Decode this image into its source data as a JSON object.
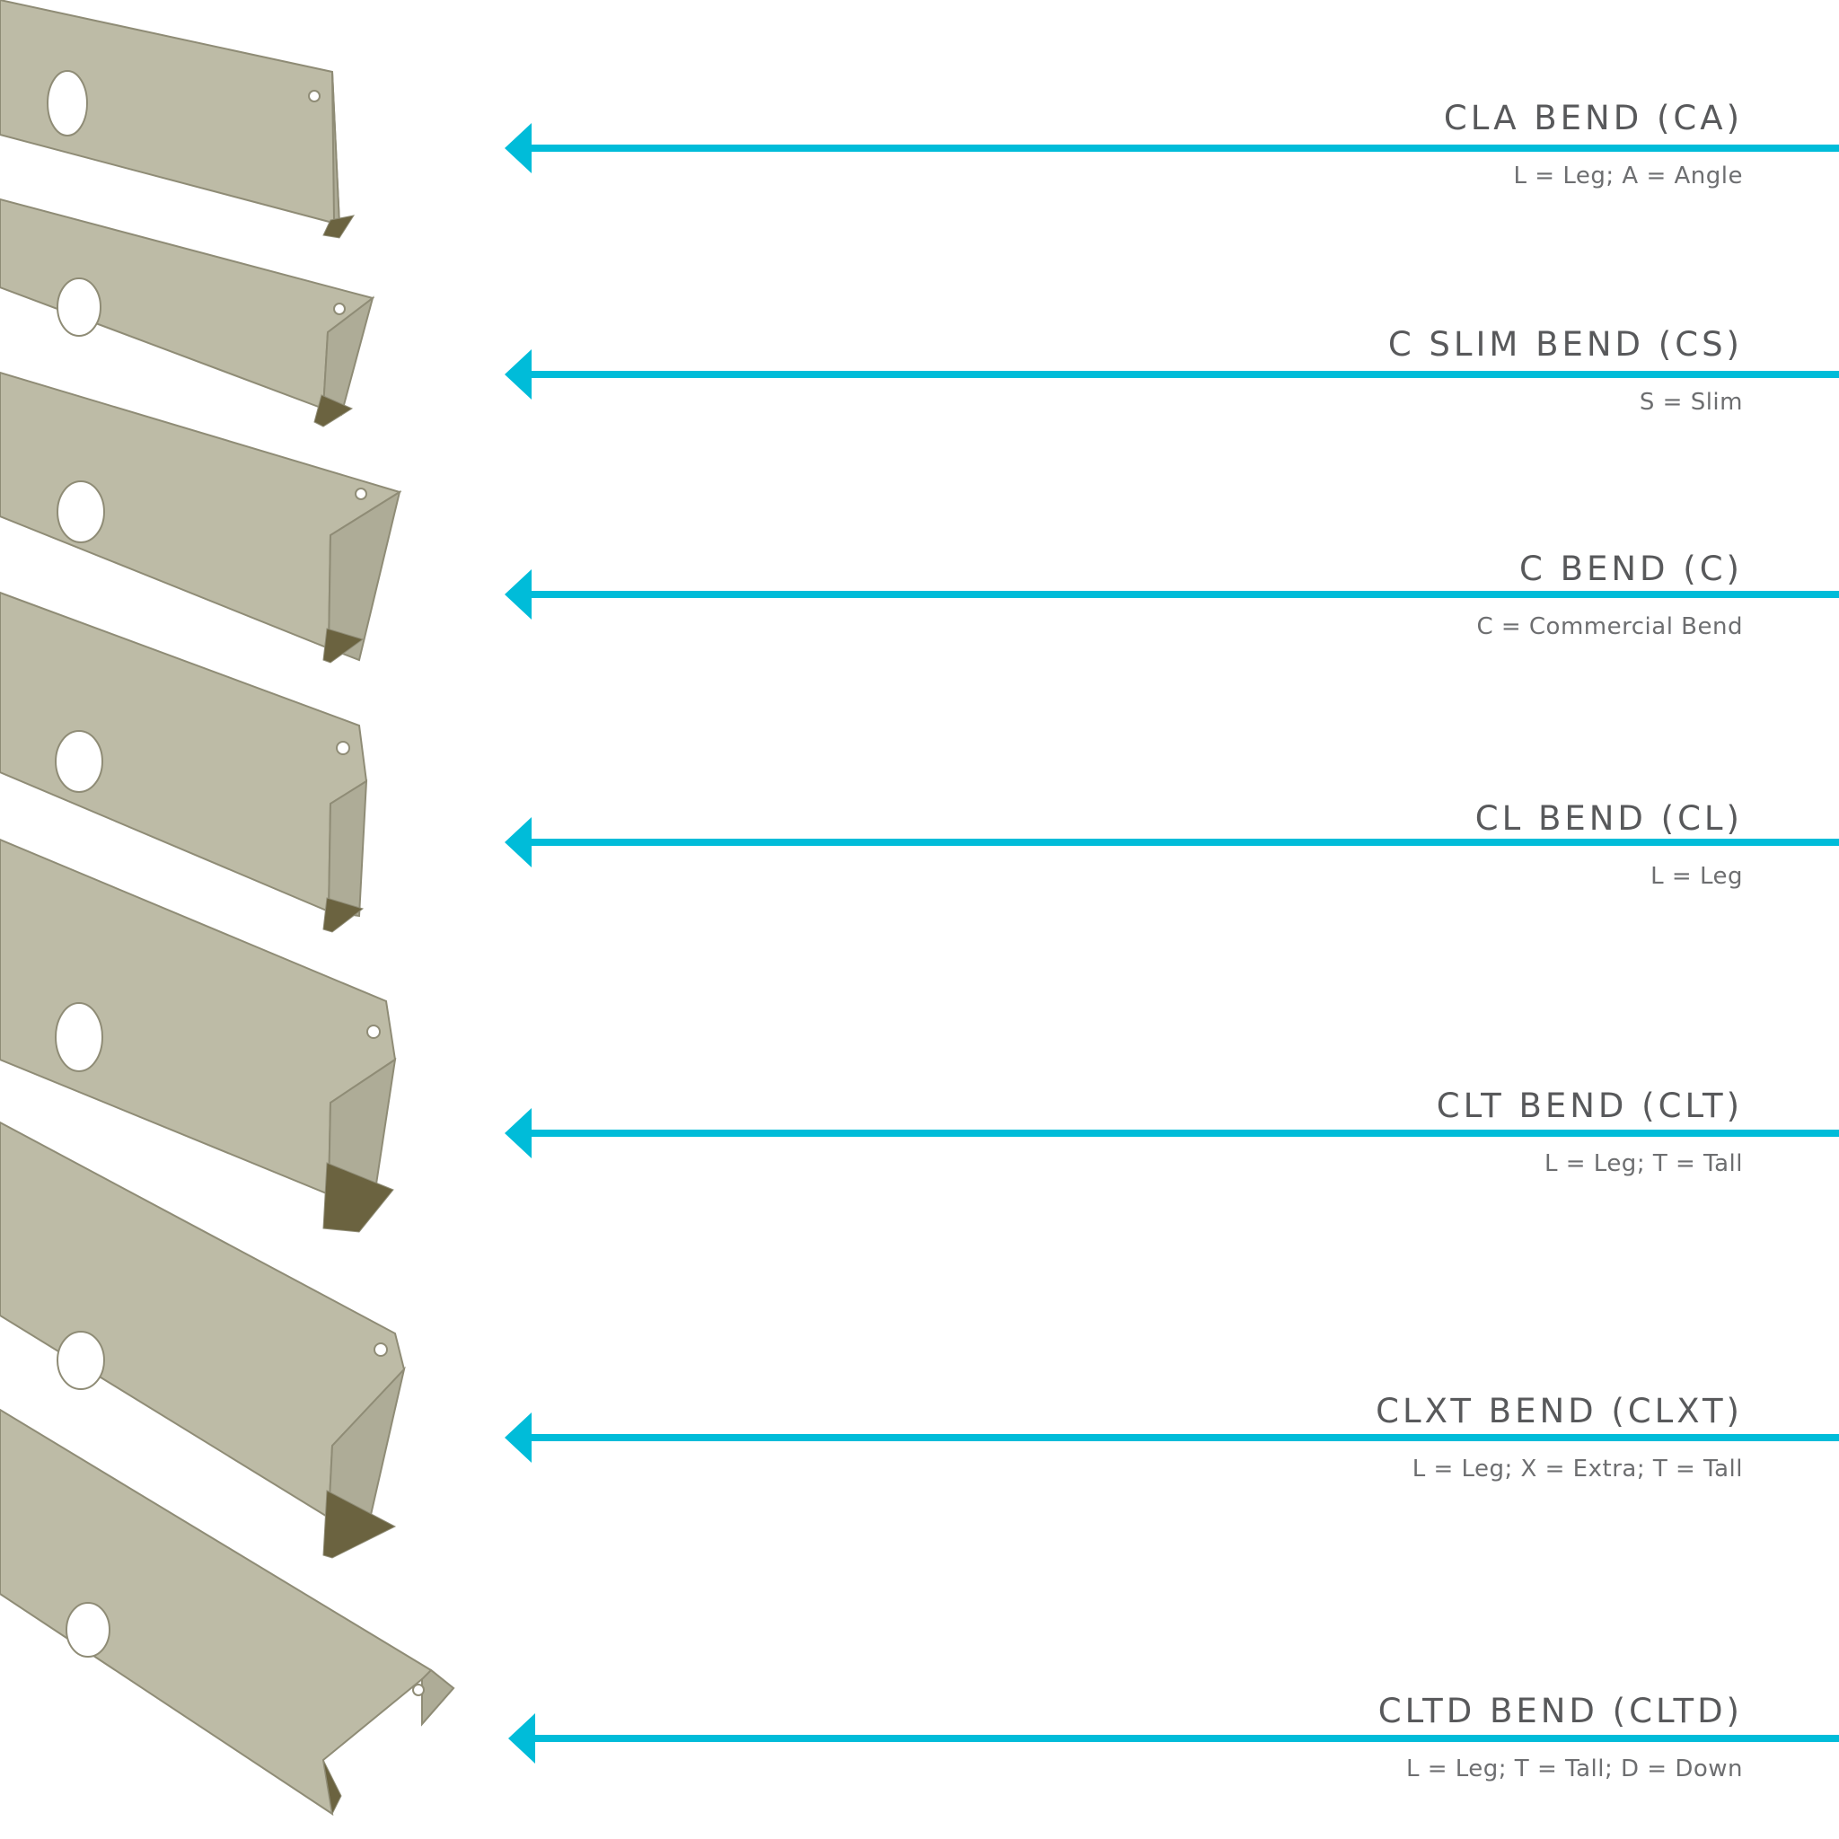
{
  "colors": {
    "arrow": "#00bcd9",
    "metal_light": "#bdbba6",
    "metal_mid": "#aeac97",
    "metal_dark": "#8f8c76",
    "metal_shadow": "#6b6340",
    "text": "#58595b"
  },
  "bends": [
    {
      "title": "CLA BEND (CA)",
      "subtitle": "L  = Leg; A = Angle"
    },
    {
      "title": "C SLIM BEND (CS)",
      "subtitle": "S = Slim"
    },
    {
      "title": "C BEND (C)",
      "subtitle": "C = Commercial Bend"
    },
    {
      "title": "CL BEND (CL)",
      "subtitle": "L = Leg"
    },
    {
      "title": "CLT BEND (CLT)",
      "subtitle": "L = Leg; T = Tall"
    },
    {
      "title": "CLXT BEND (CLXT)",
      "subtitle": "L = Leg; X = Extra; T = Tall"
    },
    {
      "title": "CLTD BEND (CLTD)",
      "subtitle": "L = Leg; T = Tall; D = Down"
    }
  ]
}
